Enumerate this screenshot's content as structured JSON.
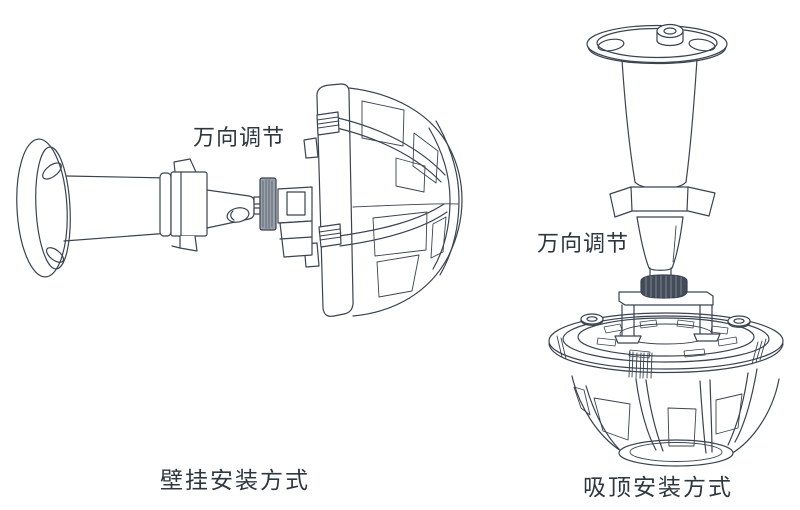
{
  "style": {
    "background": "#ffffff",
    "line_color": "#3a4350",
    "text_color": "#2e3740",
    "knurl_gray": "#9aa1ab",
    "knurl_dark": "#434c58"
  },
  "figures": {
    "wall_mount": {
      "label": "万向调节",
      "caption": "壁挂安装方式"
    },
    "ceiling_mount": {
      "label": "万向调节",
      "caption": "吸顶安装方式"
    }
  }
}
